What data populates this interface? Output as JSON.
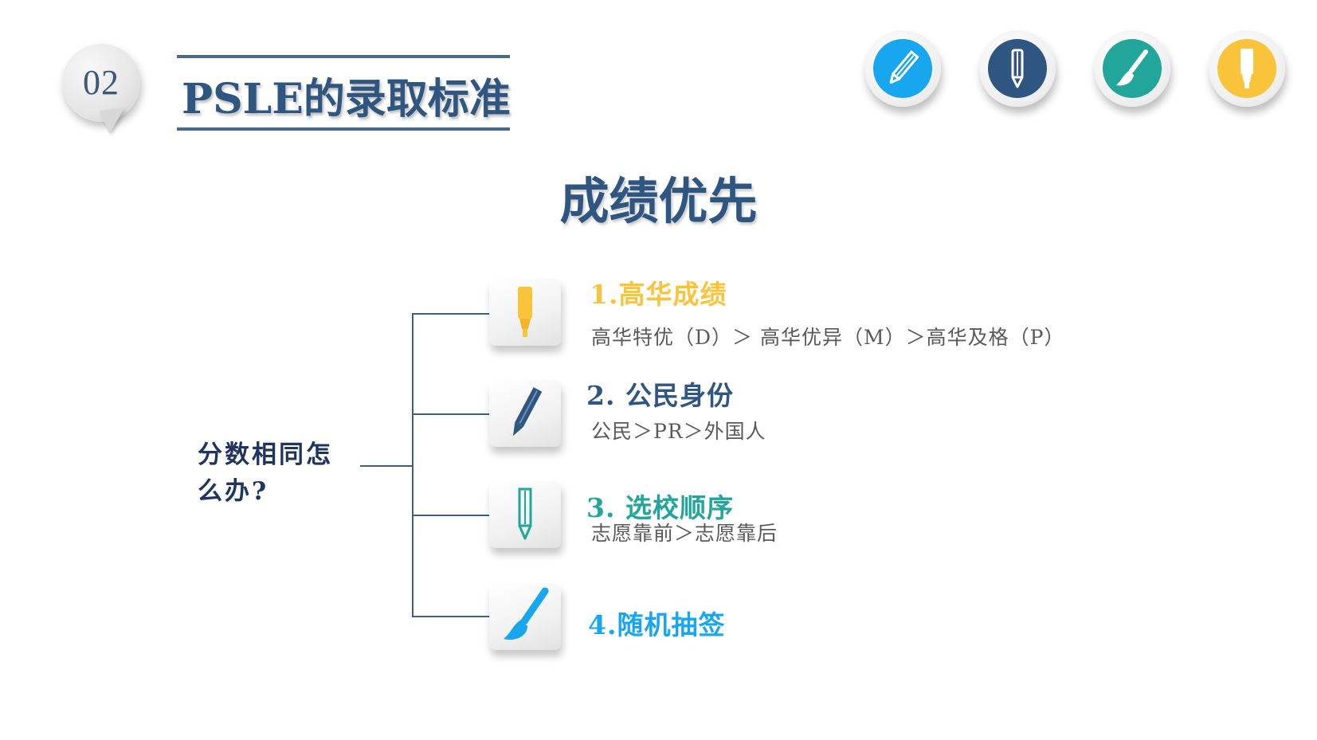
{
  "section": {
    "number": "02",
    "title": "PSLE的录取标准"
  },
  "top_icons": [
    {
      "name": "pencil-icon",
      "color": "#18a7ef"
    },
    {
      "name": "marker-pen-icon",
      "color": "#2f5680"
    },
    {
      "name": "paintbrush-icon",
      "color": "#22a59a"
    },
    {
      "name": "highlighter-icon",
      "color": "#f9c33c"
    }
  ],
  "heading": "成绩优先",
  "question": "分数相同怎么办?",
  "items": [
    {
      "title": "1.高华成绩",
      "desc": "高华特优（D）＞ 高华优异（M）＞高华及格（P）",
      "color": "#f9c33c",
      "icon": "highlighter-icon"
    },
    {
      "title": "2. 公民身份",
      "desc": "公民＞PR＞外国人",
      "color": "#2f5680",
      "icon": "pencil-icon"
    },
    {
      "title": "3. 选校顺序",
      "desc": "志愿靠前＞志愿靠后",
      "color": "#22a59a",
      "icon": "marker-pen-icon"
    },
    {
      "title": "4.随机抽签",
      "desc": "",
      "color": "#18a7ef",
      "icon": "paintbrush-icon"
    }
  ]
}
